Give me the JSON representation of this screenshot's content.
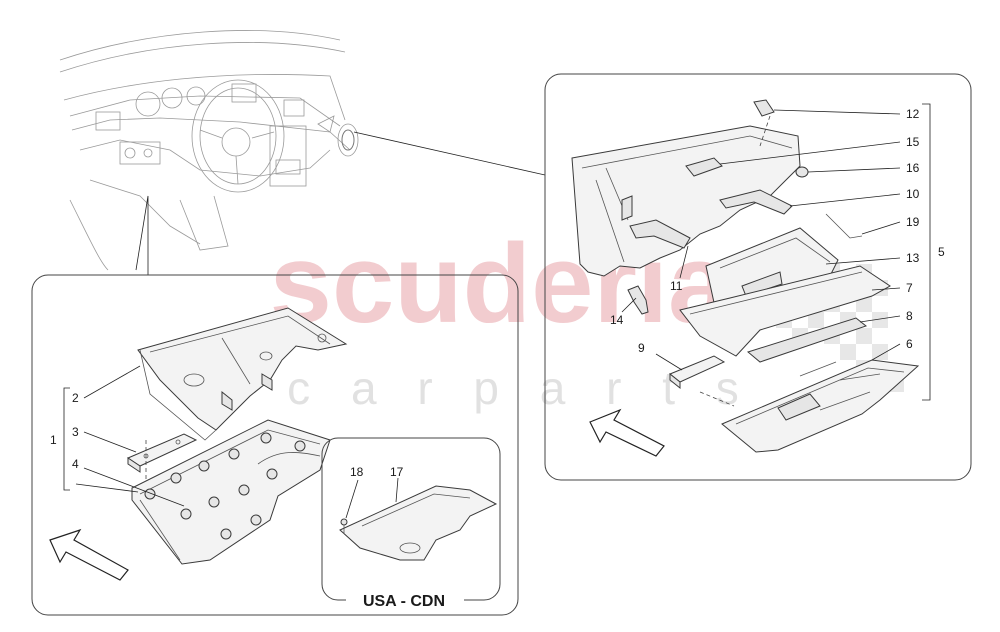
{
  "watermark": {
    "brand": "scuderia",
    "sub": "c a r   p a r t s",
    "color": "#e8a3a8"
  },
  "callouts": {
    "c1": "1",
    "c2": "2",
    "c3": "3",
    "c4": "4",
    "c5": "5",
    "c6": "6",
    "c7": "7",
    "c8": "8",
    "c9": "9",
    "c10": "10",
    "c11": "11",
    "c12": "12",
    "c13": "13",
    "c14": "14",
    "c15": "15",
    "c16": "16",
    "c17": "17",
    "c18": "18",
    "c19": "19"
  },
  "market_label": "USA - CDN",
  "colors": {
    "line": "#3a3a3a",
    "part_fill": "#f3f3f3",
    "watermark": "#e8a3a8"
  }
}
